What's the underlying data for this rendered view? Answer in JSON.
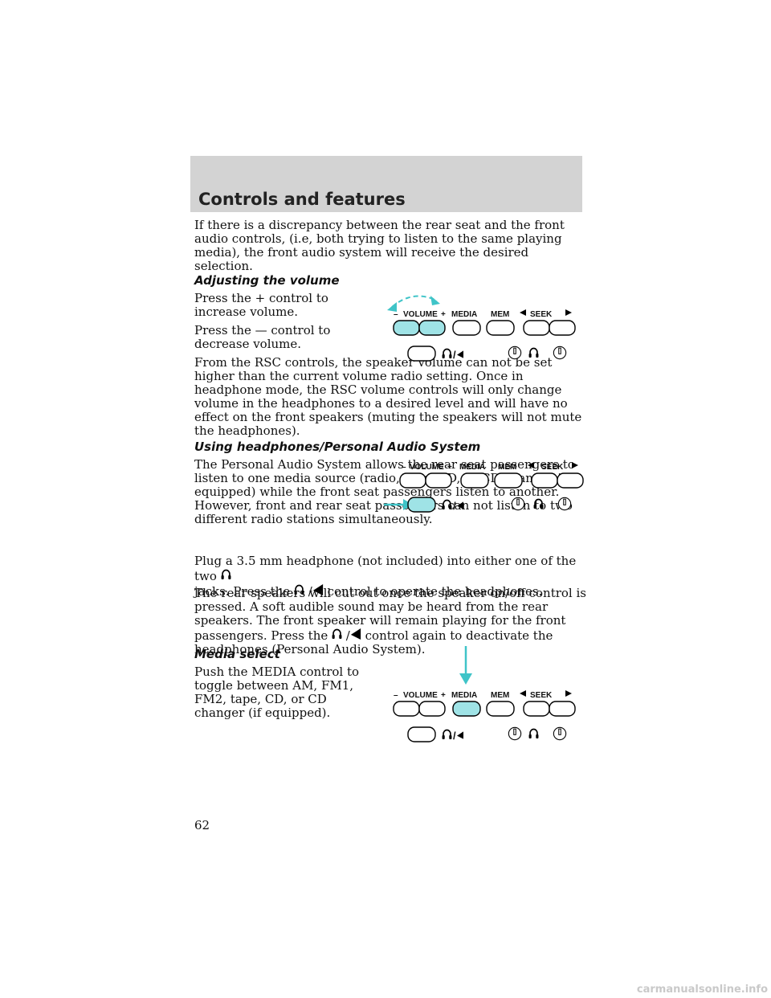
{
  "header": {
    "title": "Controls and features"
  },
  "paragraphs": {
    "discrepancy": "If there is a discrepancy between the rear seat and the front audio controls, (i.e, both trying to listen to the same playing media), the front audio system will receive the desired selection.",
    "vol_inc": "Press the + control to increase volume.",
    "vol_dec": "Press the — control to decrease volume.",
    "rsc_volume": "From the RSC controls, the speaker volume can not be set higher than the current volume radio setting. Once in headphone mode, the RSC volume controls will only change volume in the headphones to a desired level and will have no effect on the front speakers (muting the speakers will not mute the headphones).",
    "pas_intro": "The Personal Audio System allows the rear seat passengers to listen to one media source (radio, tape, CD, or CD changer if equipped) while the front seat passengers listen to another. However, front and rear seat passengers can not listen to two different radio stations simultaneously.",
    "plug_a": "Plug a 3.5 mm headphone (not included) into either one of the two",
    "plug_b": "jacks. Press the",
    "plug_c": "control to operate the headphones.",
    "cut_a": "The rear speakers will cut out once the speaker on/off control is pressed. A soft audible sound may be heard from the rear speakers. The front speaker will remain playing for the front passengers. Press the",
    "cut_b": "control again to deactivate the headphones (Personal Audio System).",
    "media": "Push the MEDIA control to toggle between AM, FM1, FM2, tape, CD, or CD changer (if equipped)."
  },
  "headings": {
    "adjusting": "Adjusting the volume",
    "headphones": "Using headphones/Personal Audio System",
    "media": "Media select"
  },
  "diagram_labels": {
    "minus": "–",
    "volume": "VOLUME",
    "plus": "+",
    "media": "MEDIA",
    "mem": "MEM",
    "seek": "SEEK",
    "slash": "/"
  },
  "page_number": "62",
  "watermark": "carmanualsonline.info",
  "colors": {
    "highlight": "#9fe3e6",
    "arrow": "#3fc4c8",
    "header_bg": "#d3d3d3"
  }
}
